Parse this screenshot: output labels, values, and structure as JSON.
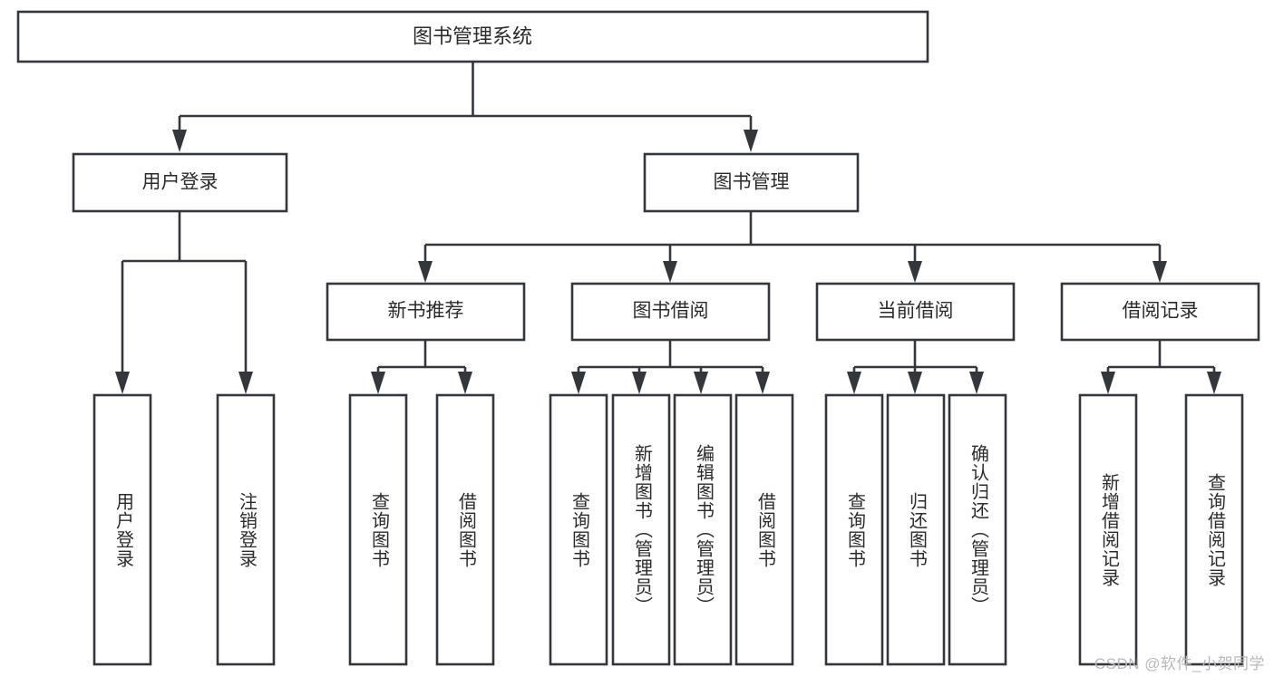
{
  "diagram": {
    "type": "tree",
    "title": "图书管理系统",
    "watermark": "CSDN @软件_小贺同学",
    "colors": {
      "stroke": "#33363b",
      "fill": "#ffffff",
      "text": "#2b2b2b",
      "watermark": "#b9b9b9",
      "background": "#ffffff"
    },
    "root": {
      "label": "图书管理系统",
      "orientation": "horizontal"
    },
    "level2": [
      {
        "label": "用户登录",
        "orientation": "horizontal"
      },
      {
        "label": "图书管理",
        "orientation": "horizontal"
      }
    ],
    "level3": [
      {
        "label": "新书推荐",
        "orientation": "horizontal"
      },
      {
        "label": "图书借阅",
        "orientation": "horizontal"
      },
      {
        "label": "当前借阅",
        "orientation": "horizontal"
      },
      {
        "label": "借阅记录",
        "orientation": "horizontal"
      }
    ],
    "leaves": {
      "user_login": [
        {
          "label": "用户登录",
          "orientation": "vertical"
        },
        {
          "label": "注销登录",
          "orientation": "vertical"
        }
      ],
      "new_book_recommend": [
        {
          "label": "查询图书",
          "orientation": "vertical"
        },
        {
          "label": "借阅图书",
          "orientation": "vertical"
        }
      ],
      "book_borrow": [
        {
          "label": "查询图书",
          "orientation": "vertical"
        },
        {
          "label": "新增图书（管理员）",
          "orientation": "vertical"
        },
        {
          "label": "编辑图书（管理员）",
          "orientation": "vertical"
        },
        {
          "label": "借阅图书",
          "orientation": "vertical"
        }
      ],
      "current_borrow": [
        {
          "label": "查询图书",
          "orientation": "vertical"
        },
        {
          "label": "归还图书",
          "orientation": "vertical"
        },
        {
          "label": "确认归还（管理员）",
          "orientation": "vertical"
        }
      ],
      "borrow_record": [
        {
          "label": "新增借阅记录",
          "orientation": "vertical"
        },
        {
          "label": "查询借阅记录",
          "orientation": "vertical"
        }
      ]
    }
  }
}
